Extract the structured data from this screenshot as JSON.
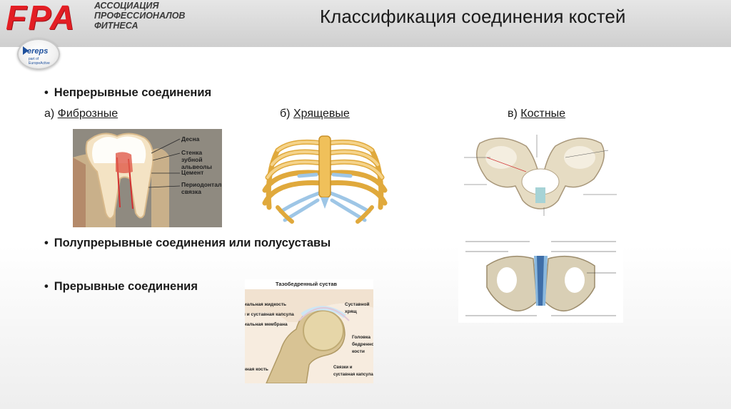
{
  "header": {
    "logo_text": "FPA",
    "association_lines": [
      "АССОЦИАЦИЯ",
      "ПРОФЕССИОНАЛОВ",
      "ФИТНЕСА"
    ],
    "badge_text": "ereps",
    "badge_sub": "part of EuropeActive",
    "title": "Классификация соединения костей"
  },
  "content": {
    "bullet1": "Непрерывные соединения",
    "sub_a_prefix": "а) ",
    "sub_a_link": "Фиброзные",
    "sub_b_prefix": "б) ",
    "sub_b_link": "Хрящевые",
    "sub_c_prefix": "в) ",
    "sub_c_link": "Костные",
    "bullet2": "Полупрерывные соединения или полусуставы",
    "bullet3": "Прерывные соединения"
  },
  "tooth_figure": {
    "labels": [
      "Десна",
      "Стенка зубной альвеолы",
      "Цемент",
      "Периодонтальная связка"
    ]
  },
  "hip_figure": {
    "title": "Тазобедренный сустав",
    "labels_left": [
      "Синовиальная жидкость",
      "Связки и суставная капсула",
      "Синовиальная мембрана",
      "Бедренная кость"
    ],
    "labels_right": [
      "Суставной хрящ",
      "Головка бедренной кости",
      "Связки и суставная капсула"
    ]
  },
  "colors": {
    "accent_red": "#e31e24",
    "header_bg": "#d9d9d9",
    "cartilage_blue": "#a8cde8",
    "rib_yellow": "#f2c45a"
  }
}
